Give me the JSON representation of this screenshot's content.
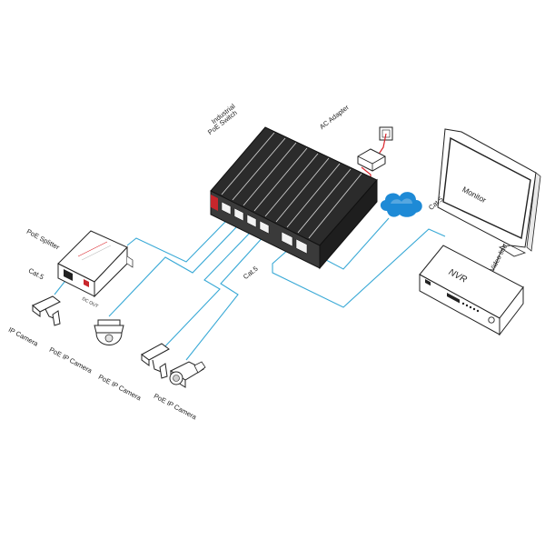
{
  "labels": {
    "switch_line1": "Industrial",
    "switch_line2": "PoE Switch",
    "ac_adapter": "AC Adapter",
    "monitor": "Monitor",
    "video_line": "Video line",
    "nvr": "NVR",
    "cat5_cloud": "Cat.5",
    "cat5_middle": "Cat.5",
    "cat5_splitter": "Cat.5",
    "poe_splitter": "PoE Splitter",
    "ip_camera": "IP Camera",
    "poe_ip_camera_1": "PoE IP Camera",
    "poe_ip_camera_2": "PoE IP Camera",
    "poe_ip_camera_3": "PoE IP Camera",
    "splitter_port": "DC OUT"
  },
  "colors": {
    "cable": "#39a9d6",
    "power": "#d9242b",
    "cloud": "#1e8ad6",
    "device_outline": "#222222"
  },
  "icons": [
    "switch-icon",
    "ac-adapter-icon",
    "power-outlet-icon",
    "cloud-icon",
    "monitor-icon",
    "nvr-icon",
    "poe-splitter-icon",
    "ip-camera-icon",
    "dome-camera-icon",
    "bullet-camera-icon"
  ]
}
